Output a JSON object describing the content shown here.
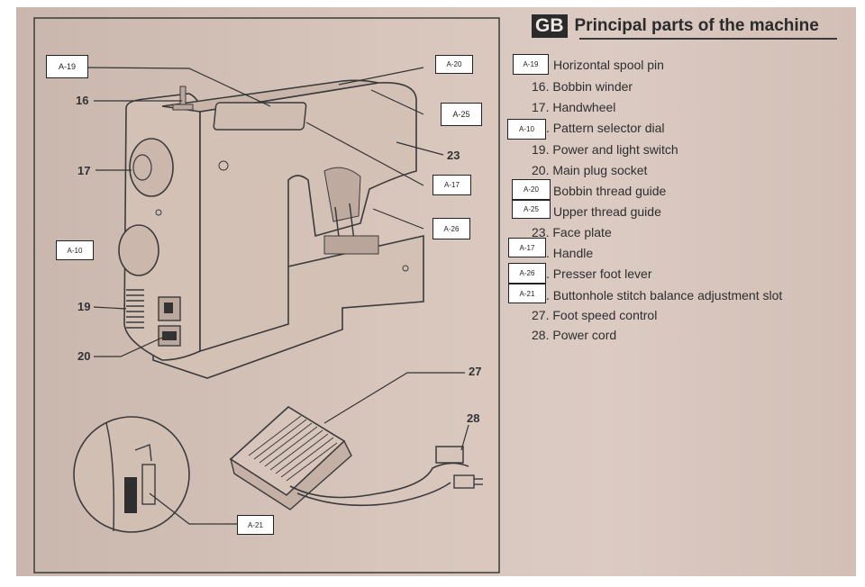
{
  "header": {
    "badge": "GB",
    "title": "Principal parts of the machine"
  },
  "legend": [
    {
      "tag": "A-19",
      "text": "Horizontal spool pin"
    },
    {
      "tag": "",
      "text": "16. Bobbin winder"
    },
    {
      "tag": "",
      "text": "17. Handwheel"
    },
    {
      "tag": "A-10",
      "text": ". Pattern selector dial"
    },
    {
      "tag": "",
      "text": "19. Power and light switch"
    },
    {
      "tag": "",
      "text": "20. Main plug socket"
    },
    {
      "tag": "A-20",
      "text": "Bobbin thread guide"
    },
    {
      "tag": "A-25",
      "text": "Upper thread guide"
    },
    {
      "tag": "",
      "text": "23. Face plate"
    },
    {
      "tag": "A-17",
      "text": ". Handle"
    },
    {
      "tag": "A-26",
      "text": ". Presser foot lever"
    },
    {
      "tag": "A-21",
      "text": ". Buttonhole stitch balance adjustment slot"
    },
    {
      "tag": "",
      "text": "27. Foot speed control"
    },
    {
      "tag": "",
      "text": "28. Power cord"
    }
  ],
  "diagram": {
    "numbers": [
      "16",
      "17",
      "19",
      "20",
      "23",
      "27",
      "28"
    ],
    "tags": [
      "A-19",
      "A-20",
      "A-25",
      "A-17",
      "A-26",
      "A-10",
      "A-21"
    ]
  },
  "colors": {
    "paper": "#d8c6bc",
    "ink": "#3a3a3a",
    "tag_bg": "#ffffff"
  }
}
